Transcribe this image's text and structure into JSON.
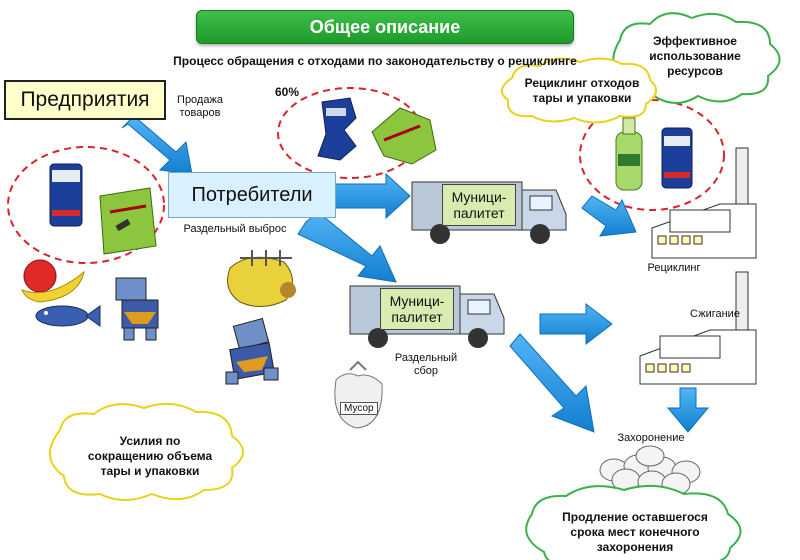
{
  "title": "Общее описание",
  "subtitle": "Процесс обращения с отходами по законодательству о рециклинге",
  "enterprises": "Предприятия",
  "consumers": "Потребители",
  "sale": "Продажа\nтоваров",
  "percent": "60%",
  "separate_discard": "Раздельный выброс",
  "municipality_1": "Муници-\nпалитет",
  "municipality_2": "Муници-\nпалитет",
  "separate_collection": "Раздельный\nсбор",
  "garbage": "Мусор",
  "recycling": "Рециклинг",
  "incineration": "Сжигание",
  "landfill": "Захоронение",
  "cloud_effective": "Эффективное\nиспользование\nресурсов",
  "cloud_recycling": "Рециклинг отходов\nтары и упаковки",
  "cloud_reduce": "Усилия по\nсокращению объема\nтары и упаковки",
  "cloud_extend": "Продление оставшегося\nсрока мест конечного\nзахоронения",
  "colors": {
    "arrow": "#1e8fe0",
    "title_bg": "#2aae38",
    "cloud_border": "#3cb04a",
    "cloud_border_yellow": "#e8d21a",
    "dash_red": "#d8232a"
  }
}
